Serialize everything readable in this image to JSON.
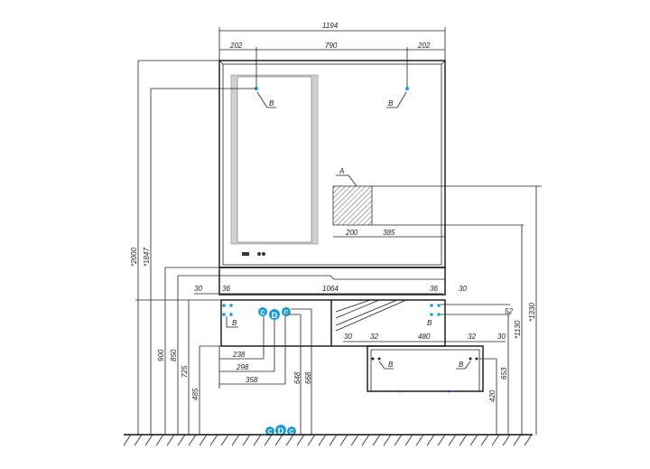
{
  "drawing": {
    "mirror": {
      "width": "1194",
      "left_offset": "202",
      "hole_spacing": "790",
      "right_offset": "202",
      "mount_label_left": "B",
      "mount_label_right": "B"
    },
    "socket": {
      "label": "A",
      "width": "200",
      "offset_right": "385"
    },
    "heights": {
      "mirror_top": "*2000",
      "mirror_mount": "*1847",
      "cabinet_top": "900",
      "cabinet_mid": "850",
      "cabinet_mount": "725",
      "cabinet_bottom": "485",
      "c_pipe": "648",
      "d_pipe": "668",
      "shelf_mount": "653",
      "shelf_bottom": "420",
      "mount_total": "*1130",
      "socket_height": "*1330",
      "mount_gap": "52"
    },
    "cabinet": {
      "side_left": "30",
      "hole_left": "36",
      "hole_span": "1064",
      "hole_right": "36",
      "side_right": "30",
      "mount_label_left": "B",
      "mount_label_right": "B"
    },
    "pipes": {
      "c1": "238",
      "d": "298",
      "c2": "358",
      "c_label": "C",
      "d_label": "D"
    },
    "shelf": {
      "side_left": "30",
      "hole_left": "32",
      "hole_span": "480",
      "hole_right": "32",
      "side_right": "30",
      "mount_label_left": "B",
      "mount_label_right": "B"
    },
    "colors": {
      "accent": "#1a9ad6"
    }
  }
}
